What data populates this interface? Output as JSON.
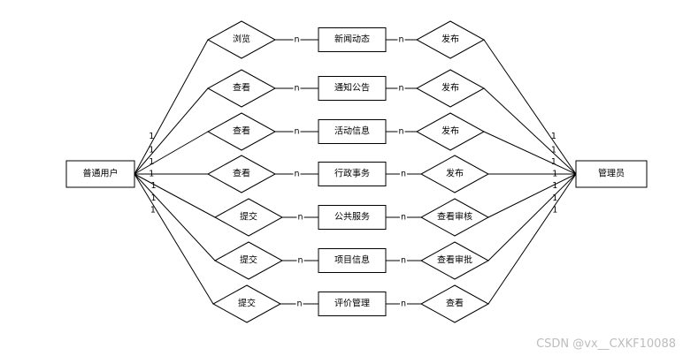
{
  "entities": {
    "left": "普通用户",
    "right": "管理员"
  },
  "rows": [
    {
      "left_rel": "浏览",
      "entity": "新闻动态",
      "right_rel": "发布",
      "card_left": "1",
      "card_n1": "n",
      "card_n2": "n",
      "card_right": "1"
    },
    {
      "left_rel": "查看",
      "entity": "通知公告",
      "right_rel": "发布",
      "card_left": "1",
      "card_n1": "n",
      "card_n2": "n",
      "card_right": "1"
    },
    {
      "left_rel": "查看",
      "entity": "活动信息",
      "right_rel": "发布",
      "card_left": "1",
      "card_n1": "n",
      "card_n2": "n",
      "card_right": "1"
    },
    {
      "left_rel": "查看",
      "entity": "行政事务",
      "right_rel": "发布",
      "card_left": "1",
      "card_n1": "n",
      "card_n2": "n",
      "card_right": "1"
    },
    {
      "left_rel": "提交",
      "entity": "公共服务",
      "right_rel": "查看审核",
      "card_left": "1",
      "card_n1": "n",
      "card_n2": "n",
      "card_right": "1"
    },
    {
      "left_rel": "提交",
      "entity": "项目信息",
      "right_rel": "查看审批",
      "card_left": "1",
      "card_n1": "n",
      "card_n2": "n",
      "card_right": "1"
    },
    {
      "left_rel": "提交",
      "entity": "评价管理",
      "right_rel": "查看",
      "card_left": "1",
      "card_n1": "n",
      "card_n2": "n",
      "card_right": "1"
    }
  ],
  "watermark": "CSDN @vx__CXKF10088"
}
